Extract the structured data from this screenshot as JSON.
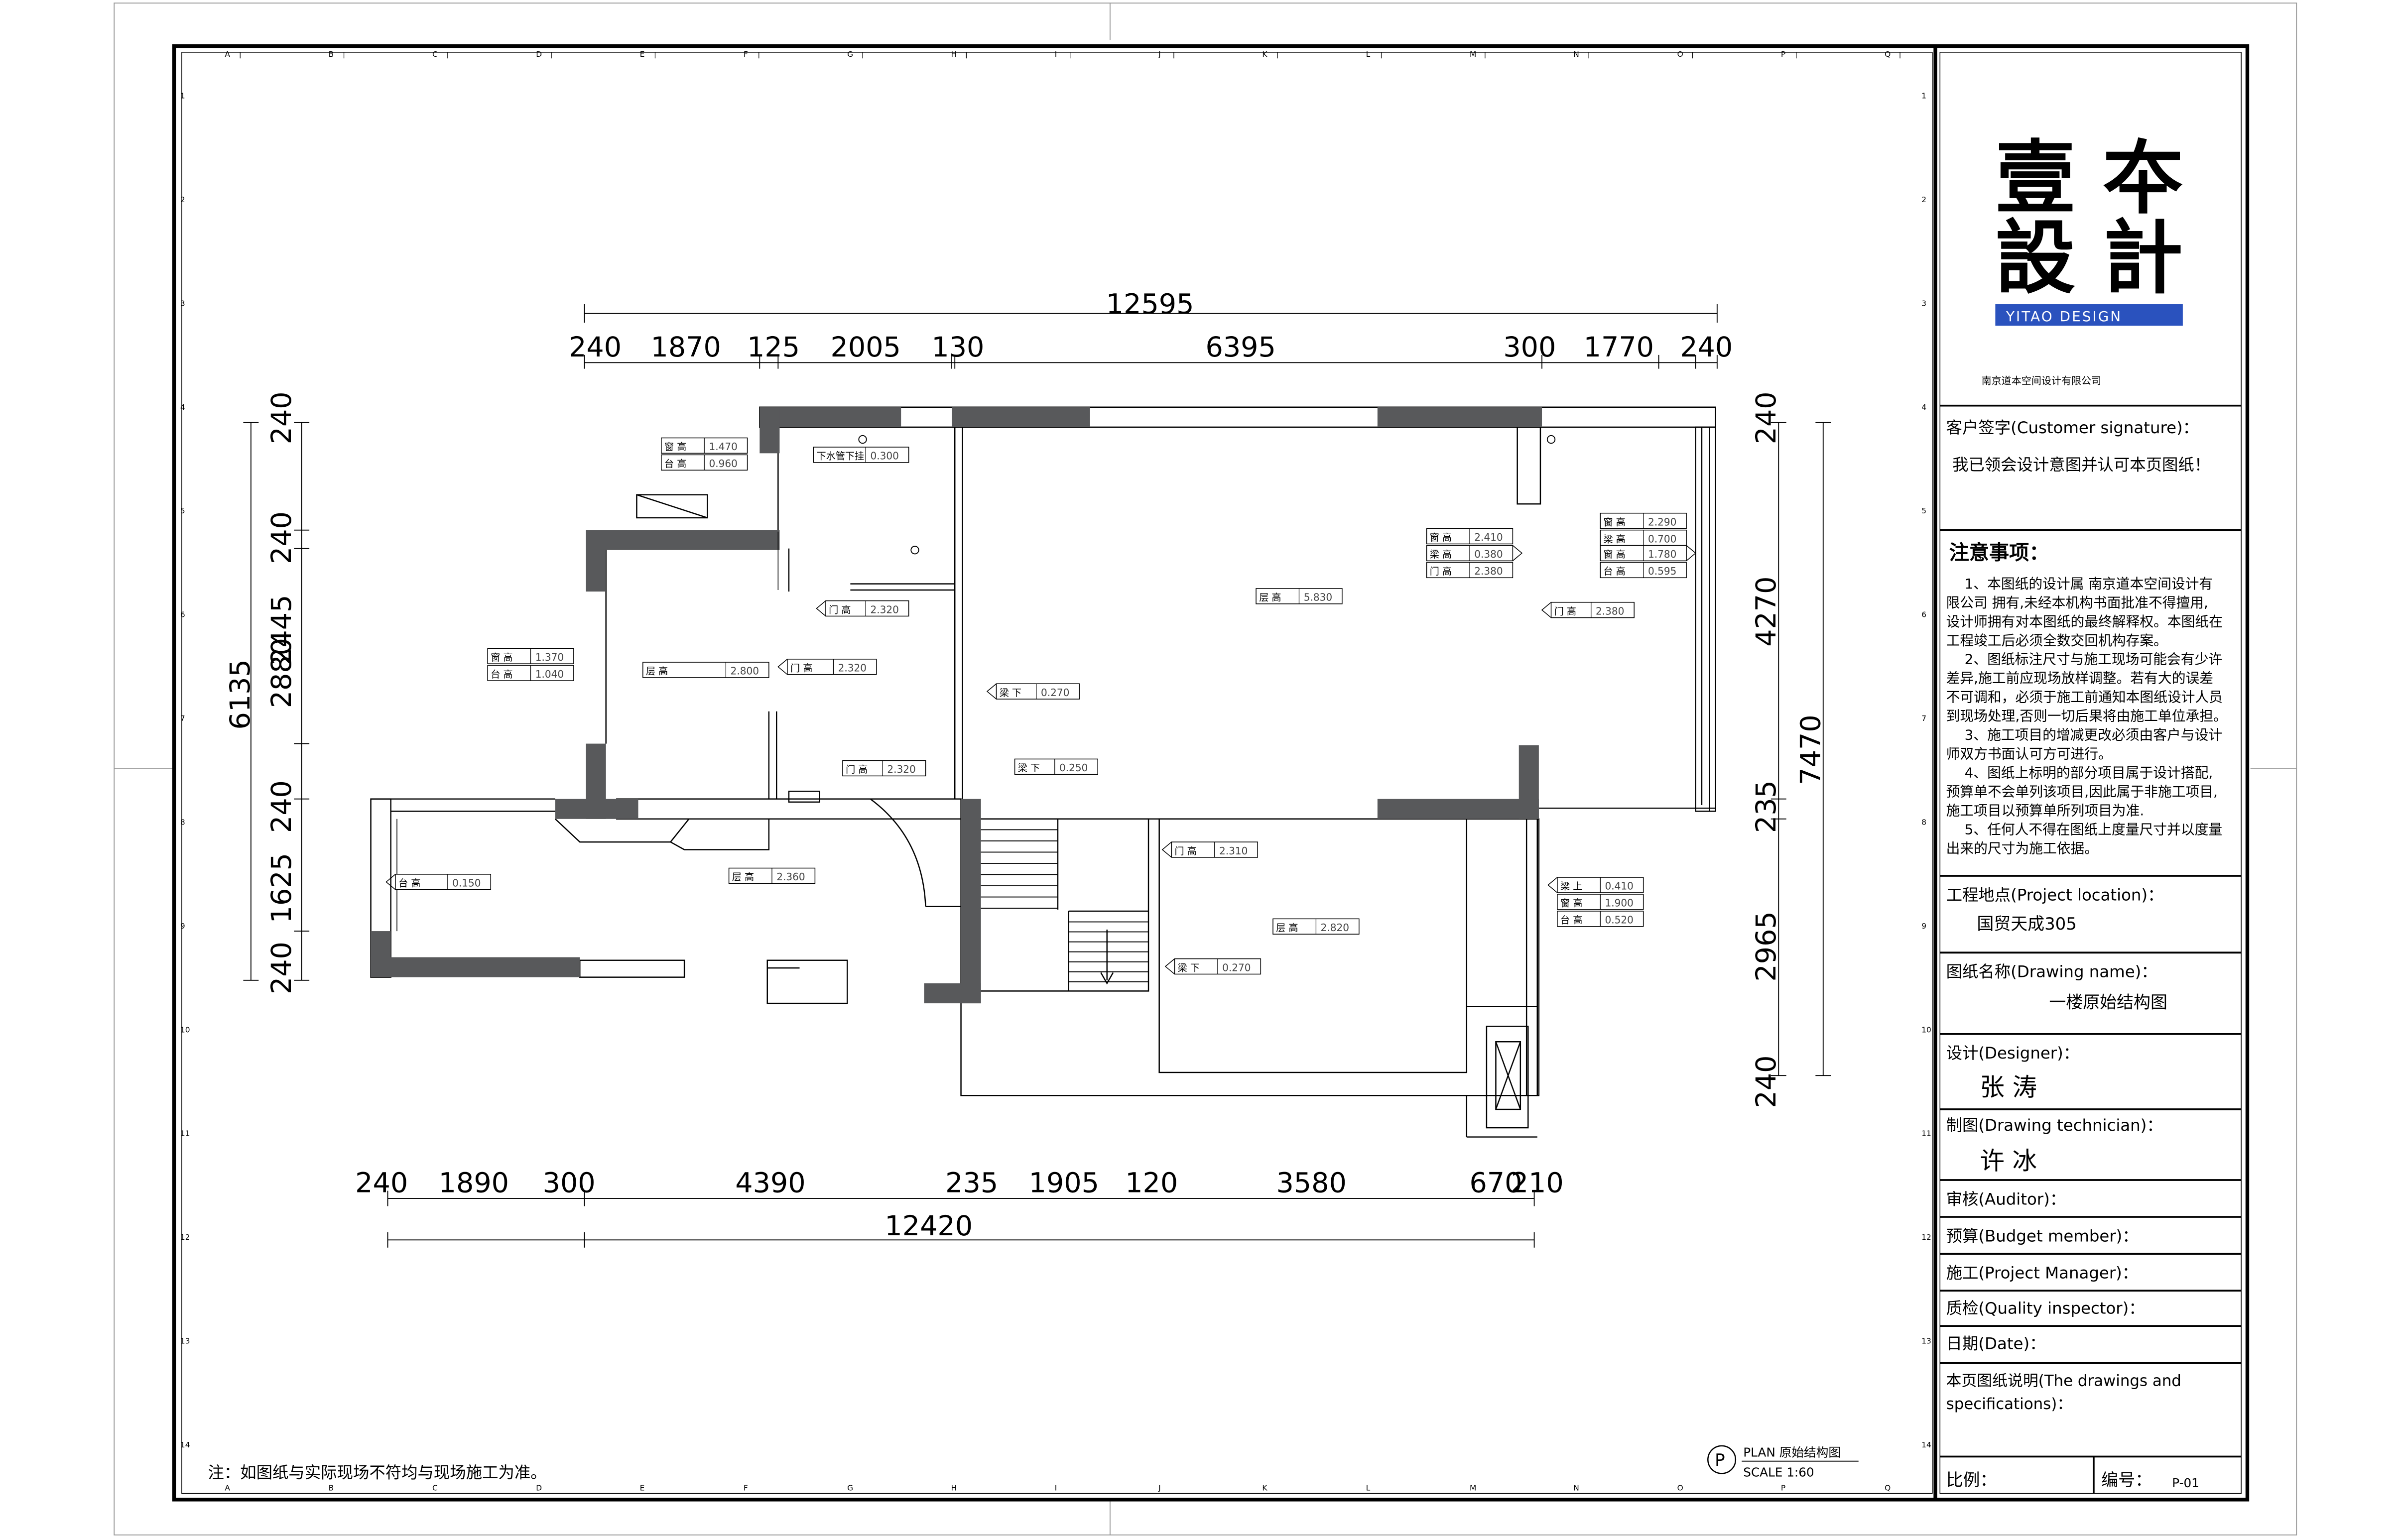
{
  "plan": {
    "col_labels": [
      "A",
      "B",
      "C",
      "D",
      "E",
      "F",
      "G",
      "H",
      "I",
      "J",
      "K",
      "L",
      "M",
      "N",
      "O",
      "P",
      "Q"
    ],
    "row_labels": [
      "1",
      "2",
      "3",
      "4",
      "5",
      "6",
      "7",
      "8",
      "9",
      "10",
      "11",
      "12",
      "13",
      "14"
    ],
    "dims_top_total": "12595",
    "dims_top": [
      "240",
      "1870",
      "125",
      "2005",
      "130",
      "6395",
      "300",
      "1770",
      "240"
    ],
    "dims_bottom": [
      "240",
      "1890",
      "300",
      "4390",
      "235",
      "1905",
      "120",
      "3580",
      "670",
      "210"
    ],
    "dims_bottom_total": "12420",
    "dims_left_total": "6135",
    "dims_left": [
      "240",
      "240",
      "2445",
      "2880",
      "240",
      "1625",
      "240"
    ],
    "dims_right": [
      "240",
      "4270",
      "235",
      "2965",
      "240"
    ],
    "dims_right_total": "7470",
    "tags": [
      {
        "label": "窗 高",
        "value": "1.470"
      },
      {
        "label": "台 高",
        "value": "0.960"
      },
      {
        "label": "下水管下挂",
        "value": "0.300"
      },
      {
        "label": "门 高",
        "value": "2.320"
      },
      {
        "label": "层 高",
        "value": "2.800"
      },
      {
        "label": "门 高",
        "value": "2.320"
      },
      {
        "label": "窗 高",
        "value": "1.370"
      },
      {
        "label": "台 高",
        "value": "1.040"
      },
      {
        "label": "门 高",
        "value": "2.320"
      },
      {
        "label": "梁 下",
        "value": "0.270"
      },
      {
        "label": "梁 下",
        "value": "0.250"
      },
      {
        "label": "层 高",
        "value": "5.830"
      },
      {
        "label": "窗 高",
        "value": "2.410"
      },
      {
        "label": "梁 高",
        "value": "0.380"
      },
      {
        "label": "门 高",
        "value": "2.380"
      },
      {
        "label": "窗 高",
        "value": "2.290"
      },
      {
        "label": "梁 高",
        "value": "0.700"
      },
      {
        "label": "窗 高",
        "value": "1.780"
      },
      {
        "label": "台 高",
        "value": "0.595"
      },
      {
        "label": "门 高",
        "value": "2.380"
      },
      {
        "label": "台 高",
        "value": "0.150"
      },
      {
        "label": "层 高",
        "value": "2.360"
      },
      {
        "label": "门 高",
        "value": "2.310"
      },
      {
        "label": "层 高",
        "value": "2.820"
      },
      {
        "label": "梁 下",
        "value": "0.270"
      },
      {
        "label": "梁 上",
        "value": "0.410"
      },
      {
        "label": "窗 高",
        "value": "1.900"
      },
      {
        "label": "台 高",
        "value": "0.520"
      }
    ],
    "note": "注：如图纸与实际现场不符均与现场施工为准。",
    "plan_badge": "P",
    "plan_title": "PLAN  原始结构图",
    "plan_scale": "SCALE 1:60"
  },
  "title_block": {
    "logo_line1": "壹 夲",
    "logo_line2": "設 計",
    "logo_banner": "YITAO DESIGN",
    "company": "南京道本空间设计有限公司",
    "customer_label": "客户签字(Customer signature)：",
    "customer_text": "我已领会设计意图并认可本页图纸！",
    "notes_title": "注意事项：",
    "notes_lines": [
      "1、本图纸的设计属 南京道本空间设计有",
      "限公司 拥有,未经本机构书面批准不得擅用,",
      "设计师拥有对本图纸的最终解释权。本图纸在",
      "工程竣工后必须全数交回机构存案。",
      "2、图纸标注尺寸与施工现场可能会有少许",
      "差异,施工前应现场放样调整。若有大的误差",
      "不可调和，必须于施工前通知本图纸设计人员",
      "到现场处理,否则一切后果将由施工单位承担。",
      "3、施工项目的增减更改必须由客户与设计",
      "师双方书面认可方可进行。",
      "4、图纸上标明的部分项目属于设计搭配,",
      "预算单不会单列该项目,因此属于非施工项目,",
      "施工项目以预算单所列项目为准.",
      "5、任何人不得在图纸上度量尺寸并以度量",
      "出来的尺寸为施工依据。"
    ],
    "location_label": "工程地点(Project location)：",
    "location_value": "国贸天成305",
    "drawing_name_label": "图纸名称(Drawing name)：",
    "drawing_name_value": "一楼原始结构图",
    "designer_label": "设计(Designer)：",
    "designer_value": "张 涛",
    "technician_label": "制图(Drawing technician)：",
    "technician_value": "许 冰",
    "auditor_label": "审核(Auditor)：",
    "budget_label": "预算(Budget member)：",
    "pm_label": "施工(Project Manager)：",
    "qi_label": "质检(Quality inspector)：",
    "date_label": "日期(Date)：",
    "spec_label_1": "本页图纸说明(The drawings and",
    "spec_label_2": "specifications)：",
    "scale_label": "比例：",
    "number_label": "编号：",
    "number_value": "P-01"
  },
  "colors": {
    "wall": "#58595b",
    "ink": "#000000",
    "logo_banner": "#2a52be"
  }
}
